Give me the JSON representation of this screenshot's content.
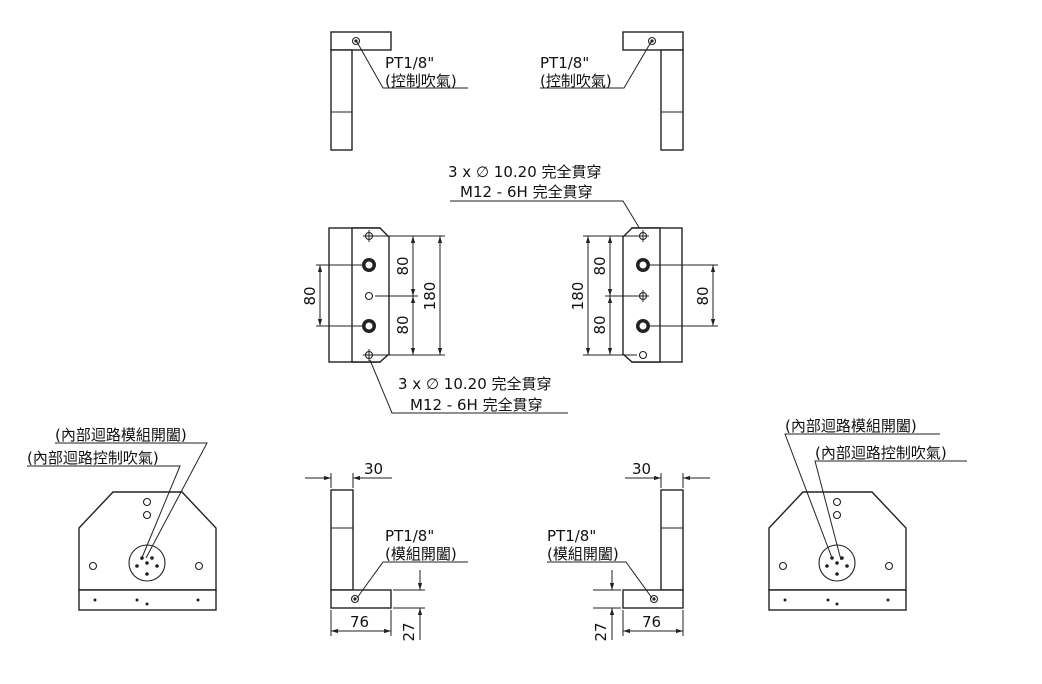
{
  "labels": {
    "pt_top_left": "PT1/8\"",
    "ctl_top_left": "(控制吹氣)",
    "pt_top_right": "PT1/8\"",
    "ctl_top_right": "(控制吹氣)",
    "hole_upper_1": "3 x ∅ 10.20 完全貫穿",
    "hole_upper_2": "M12 - 6H 完全貫穿",
    "hole_lower_1": "3 x ∅ 10.20 完全貫穿",
    "hole_lower_2": "M12 - 6H 完全貫穿",
    "int_module_left": "(內部迴路模組開闔)",
    "int_ctl_left": "(內部迴路控制吹氣)",
    "int_module_right": "(內部迴路模組開闔)",
    "int_ctl_right": "(內部迴路控制吹氣)",
    "pt_bot_left": "PT1/8\"",
    "mod_bot_left": "(模組開闔)",
    "pt_bot_right": "PT1/8\"",
    "mod_bot_right": "(模組開闔)"
  },
  "dims": {
    "left_80_outer": "80",
    "left_80_upper": "80",
    "left_80_lower": "80",
    "left_180": "180",
    "right_180": "180",
    "right_80_upper": "80",
    "right_80_lower": "80",
    "right_80_outer": "80",
    "bot_left_30": "30",
    "bot_left_76": "76",
    "bot_left_27": "27",
    "bot_right_30": "30",
    "bot_right_76": "76",
    "bot_right_27": "27"
  }
}
